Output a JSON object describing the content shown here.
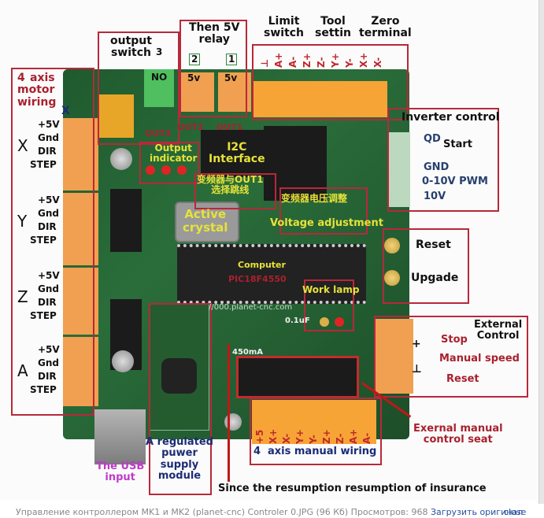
{
  "image": {
    "labels": {
      "output_switch": "output\nswitch",
      "output_switch_num": "3",
      "relay_title": "Then 5V\nrelay",
      "relay_ch2": "2",
      "relay_ch1": "1",
      "term_no": "NO",
      "term_5v_a": "5v",
      "term_5v_b": "5v",
      "limit_switch": "Limit\nswitch",
      "tool_settin": "Tool\nsettin",
      "zero_terminal": "Zero\nterminal",
      "limit_pins": [
        "⊥",
        "A+",
        "A-",
        "Z+",
        "Z-",
        "Y+",
        "Y-",
        "X+",
        "X-"
      ],
      "axis_motor_wiring_num": "4",
      "axis_motor_wiring": "axis\nmotor\nwiring",
      "axis_x_marker": "X",
      "motor_axes": [
        {
          "axis": "X",
          "pins": [
            "+5V",
            "Gnd",
            "DIR",
            "STEP"
          ]
        },
        {
          "axis": "Y",
          "pins": [
            "+5V",
            "Gnd",
            "DIR",
            "STEP"
          ]
        },
        {
          "axis": "Z",
          "pins": [
            "+5V",
            "Gnd",
            "DIR",
            "STEP"
          ]
        },
        {
          "axis": "A",
          "pins": [
            "+5V",
            "Gnd",
            "DIR",
            "STEP"
          ]
        }
      ],
      "inverter_control": "Inverter control",
      "inverter_pins": [
        "QD",
        "Start",
        "GND",
        "0-10V PWM",
        "10V"
      ],
      "output_indicator": "Output\nindicator",
      "out_labels": [
        "OUT3",
        "OUT2",
        "OUT1"
      ],
      "i2c": "I2C\nInterface",
      "cn_out1": "变频器与OUT1\n选择跳线",
      "cn_voltage": "变频器电压调整",
      "voltage_adjustment": "Voltage adjustment",
      "active_crystal": "Active\ncrystal",
      "computer": "Computer",
      "mcu": "PIC18F4550",
      "work_lamp": "Work lamp",
      "reset": "Reset",
      "upgade": "Upgade",
      "external_control": "External\nControl",
      "stop": "Stop",
      "manual_speed": "Manual speed",
      "ext_reset": "Reset",
      "usb_input": "The USB\ninput",
      "regulated_psu": "A regulated\npuwer\nsupply\nmodule",
      "manual_wiring_num": "4",
      "manual_wiring": "axis manual wiring",
      "manual_pins": [
        "+5",
        "X+",
        "X-",
        "Y+",
        "Y-",
        "Z+",
        "Z-",
        "A+",
        "A-"
      ],
      "external_manual_seat": "Exernal manual\ncontrol seat",
      "resumption": "Since the resumption resumption of insurance",
      "silk_web": "//000.planet-cnc.com",
      "silk_ma": "450mA",
      "silk_cap": "0.1uF"
    }
  },
  "caption": {
    "text": "Управление контроллером MK1 и MK2 (planet-cnc) Controler  0.JPG (96 Кб) Просмотров: 968",
    "download_link": "Загрузить оригинал",
    "close_link": "close"
  },
  "colors": {
    "annotation_box": "#b8283a",
    "pcb_green": "#2a6d3a",
    "terminal_orange": "#f0a050",
    "link_blue": "#2a4fa0"
  }
}
